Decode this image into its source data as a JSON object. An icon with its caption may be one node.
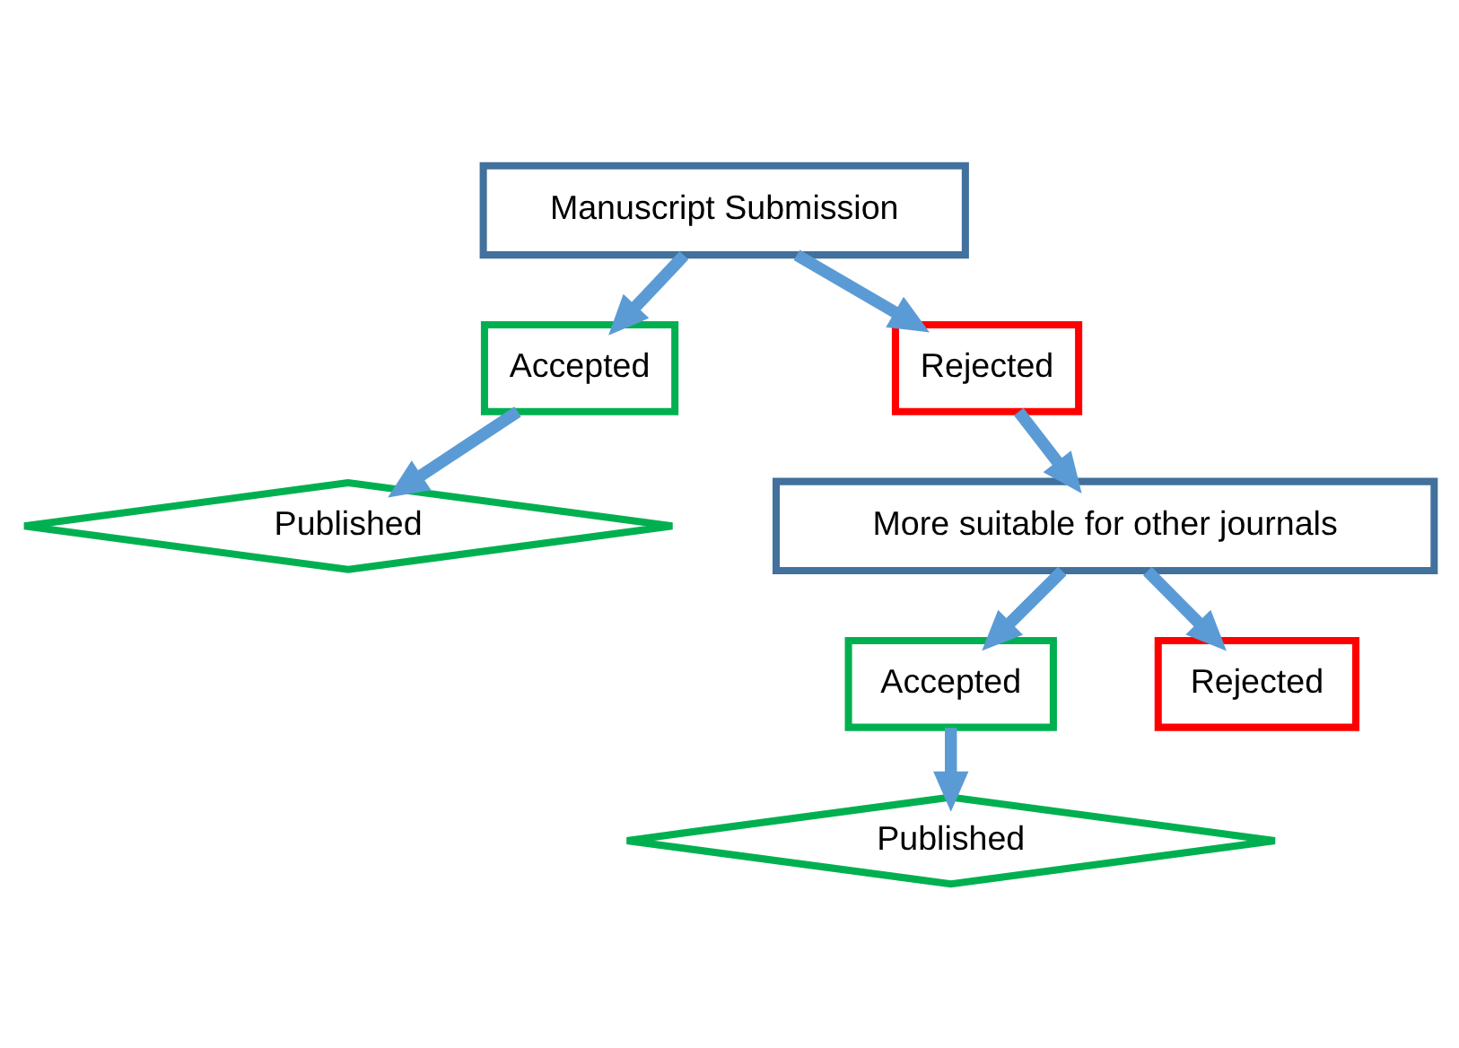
{
  "diagram": {
    "nodes": [
      {
        "text": [
          "Manuscript Submission"
        ]
      },
      {
        "text": [
          "Accepted"
        ]
      },
      {
        "text": [
          "Rejected"
        ]
      },
      {
        "text": [
          "Published"
        ]
      },
      {
        "text": [
          "More suitable for other journals"
        ]
      },
      {
        "text": [
          "Accepted"
        ]
      },
      {
        "text": [
          "Rejected"
        ]
      },
      {
        "text": [
          "Published"
        ]
      }
    ],
    "edges": [
      {
        "from": 0,
        "to": 1,
        "arrow": "to"
      },
      {
        "from": 0,
        "to": 2,
        "arrow": "to"
      },
      {
        "from": 1,
        "to": 3,
        "arrow": "to"
      },
      {
        "from": 2,
        "to": 4,
        "arrow": "to"
      },
      {
        "from": 4,
        "to": 5,
        "arrow": "to"
      },
      {
        "from": 4,
        "to": 6,
        "arrow": "to"
      },
      {
        "from": 5,
        "to": 7,
        "arrow": "to"
      }
    ]
  }
}
